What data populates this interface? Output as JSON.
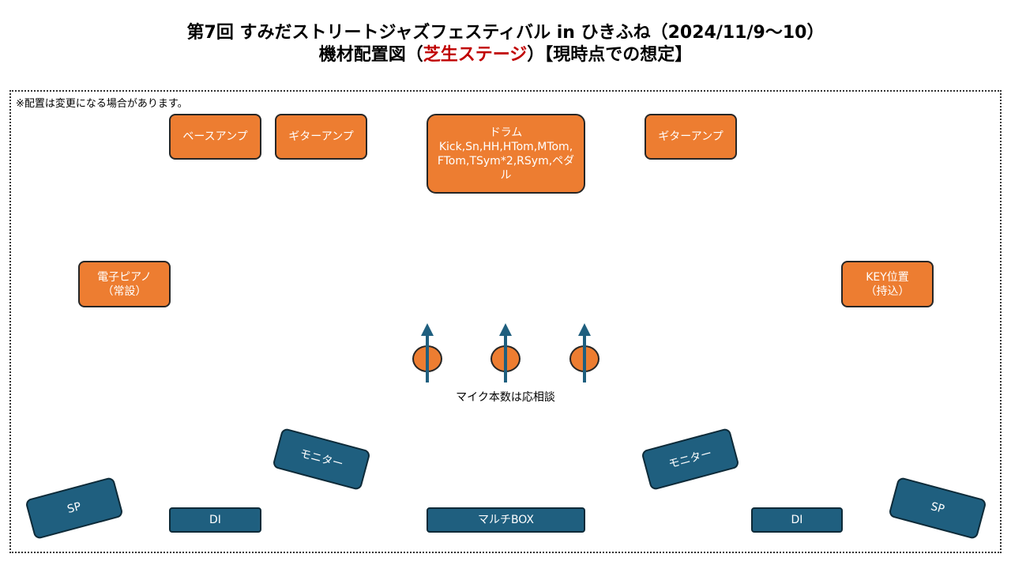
{
  "title": {
    "line1": "第7回 すみだストリートジャズフェスティバル in ひきふね（2024/11/9～10）",
    "line2_prefix": "機材配置図（",
    "line2_highlight": "芝生ステージ",
    "line2_suffix": "）【現時点での想定】"
  },
  "note": "※配置は変更になる場合があります。",
  "equipment": {
    "bass_amp": "ベースアンプ",
    "guitar_amp_left": "ギターアンプ",
    "drums_title": "ドラム",
    "drums_detail": "Kick,Sn,HH,HTom,MTom,FTom,TSym*2,RSym,ペダル",
    "guitar_amp_right": "ギターアンプ",
    "piano_line1": "電子ピアノ",
    "piano_line2": "（常設）",
    "key_line1": "KEY位置",
    "key_line2": "（持込）",
    "monitor_left": "モニター",
    "monitor_right": "モニター",
    "sp_left": "SP",
    "sp_right": "SP",
    "di_left": "DI",
    "multi_box": "マルチBOX",
    "di_right": "DI"
  },
  "mic_note": "マイク本数は応相談",
  "colors": {
    "orange": "#ed7d31",
    "blue": "#1f5f7f",
    "highlight_red": "#c00000"
  }
}
